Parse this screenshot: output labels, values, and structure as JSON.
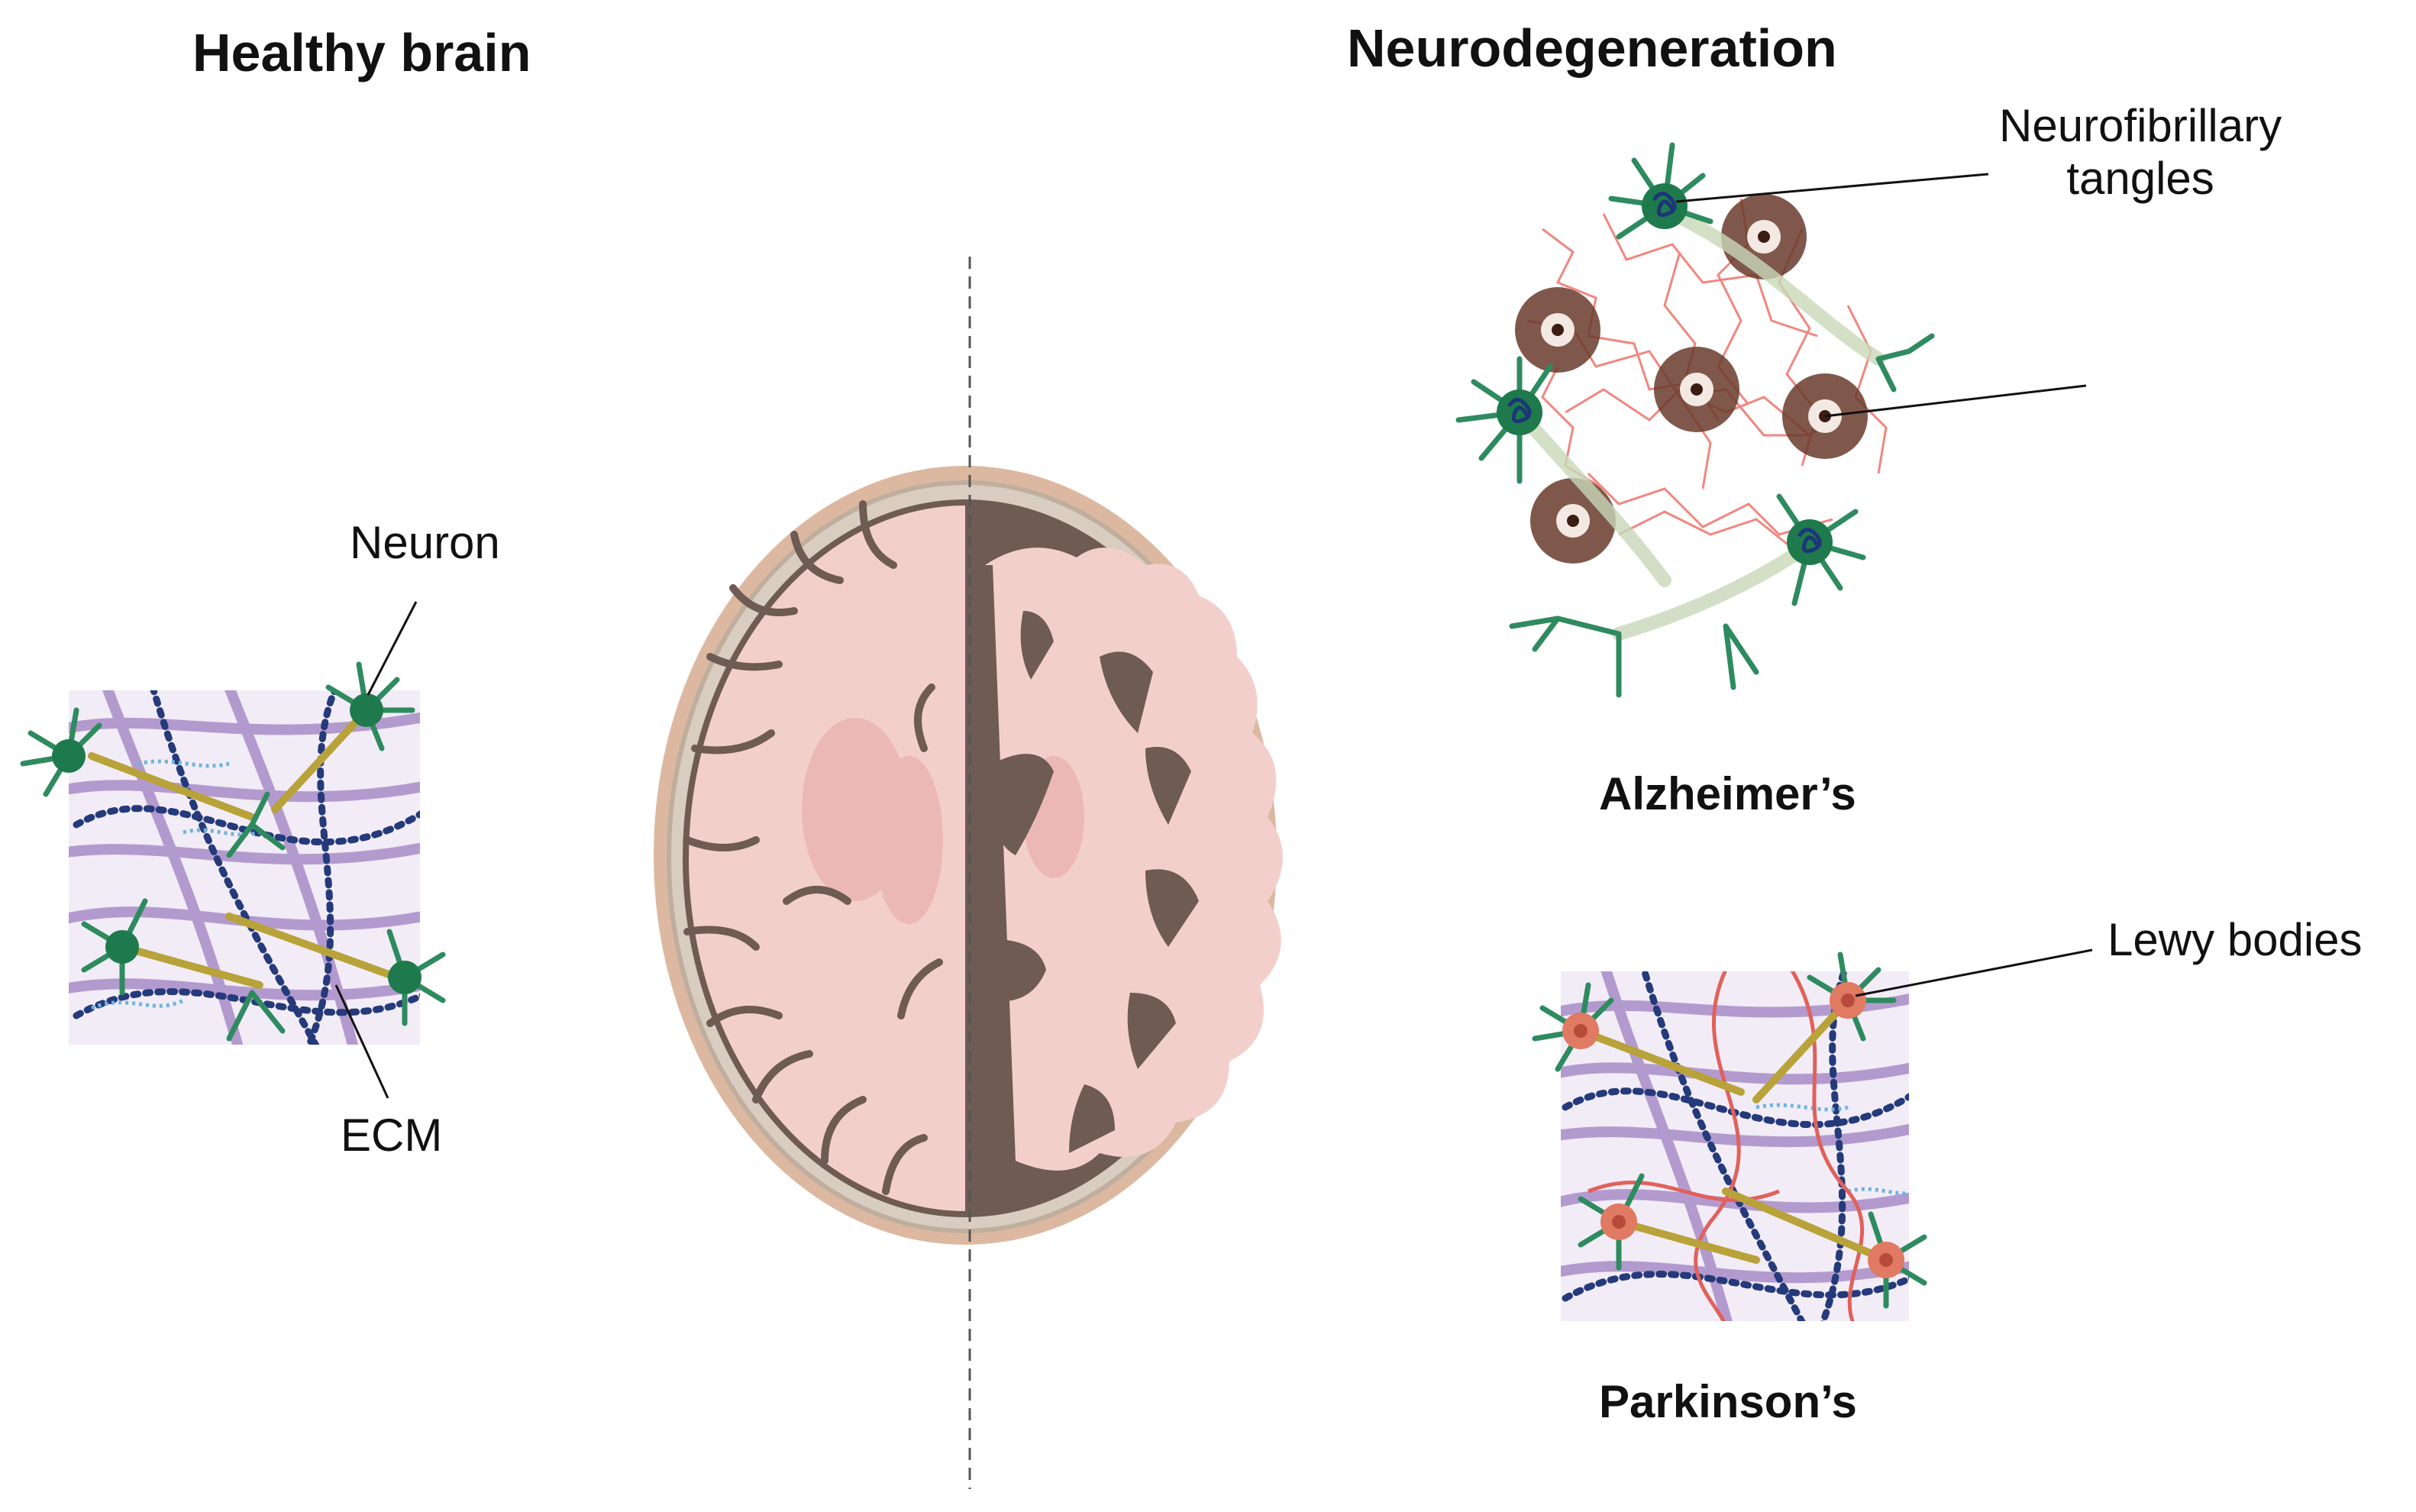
{
  "headings": {
    "healthy": "Healthy brain",
    "degeneration": "Neurodegeneration"
  },
  "labels": {
    "neuron": "Neuron",
    "ecm": "ECM",
    "tangles_line1": "Neurofibrillary",
    "tangles_line2": "tangles",
    "lewy": "Lewy bodies"
  },
  "diseases": {
    "alzheimers": "Alzheimer’s",
    "parkinsons": "Parkinson’s"
  },
  "colors": {
    "neuron_green": "#2e8b5f",
    "neuron_soma": "#1e7a4c",
    "axon_yellow": "#b8a23a",
    "ecm_purple": "#a98cc8",
    "ecm_bg": "#f2ecf6",
    "ecm_dots": "#253a7a",
    "ecm_light_blue": "#6fb4de",
    "amyloid_red": "#f07a72",
    "plaque_brown": "#6a3b2b",
    "tangle_blue": "#1c3578",
    "lewy_orange": "#e07a62",
    "brain_pink": "#f1c9c7",
    "brain_dark": "#6e5b53",
    "skull_tan": "#dcb8a0"
  }
}
